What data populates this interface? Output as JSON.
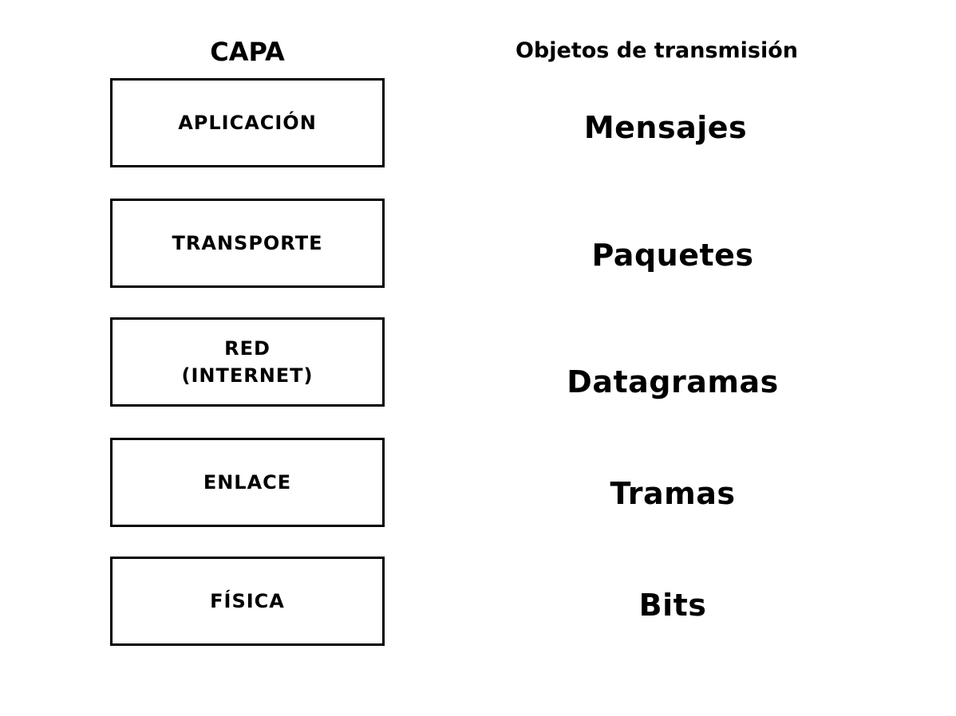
{
  "headers": {
    "layer": "CAPA",
    "objects": "Objetos de transmisión"
  },
  "layers": [
    {
      "name_line1": "APLICACIÓN",
      "name_line2": "",
      "object": "Mensajes"
    },
    {
      "name_line1": "TRANSPORTE",
      "name_line2": "",
      "object": "Paquetes"
    },
    {
      "name_line1": "RED",
      "name_line2": "(INTERNET)",
      "object": "Datagramas"
    },
    {
      "name_line1": "ENLACE",
      "name_line2": "",
      "object": "Tramas"
    },
    {
      "name_line1": "FÍSICA",
      "name_line2": "",
      "object": "Bits"
    }
  ]
}
